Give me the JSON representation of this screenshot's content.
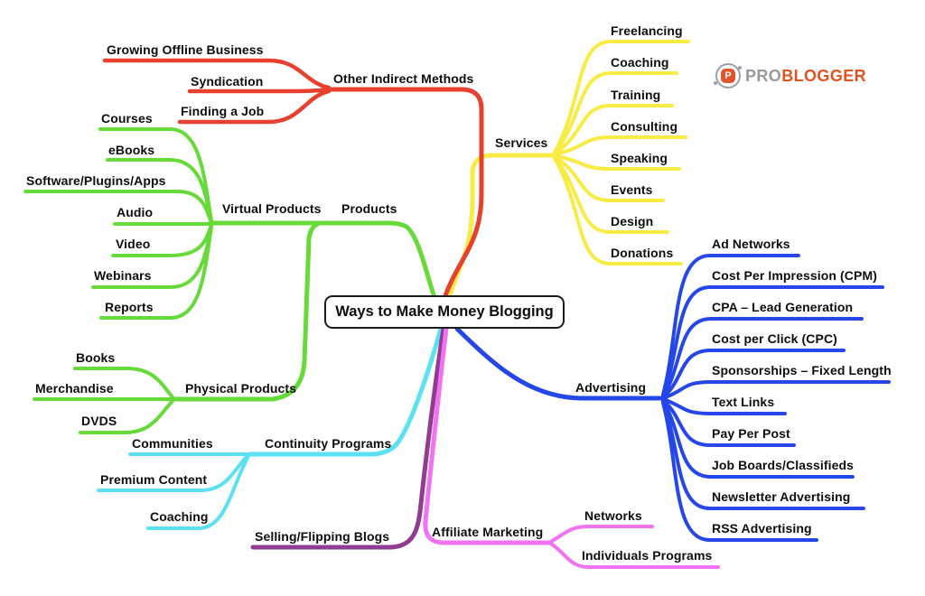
{
  "center": {
    "label": "Ways to Make Money Blogging"
  },
  "logo": {
    "badge_letter": "P",
    "text_pro": "PRO",
    "text_blogger": "BLOGGER",
    "colors": {
      "pro": "#97999c",
      "blogger": "#e0551f",
      "ring": "#9aa0a8",
      "badge": "#e2552a"
    }
  },
  "branches": {
    "other_indirect": {
      "label": "Other Indirect Methods",
      "color": "#e8402f",
      "children": [
        "Growing Offline Business",
        "Syndication",
        "Finding a Job"
      ]
    },
    "services": {
      "label": "Services",
      "color": "#f8ec44",
      "children": [
        "Freelancing",
        "Coaching",
        "Training",
        "Consulting",
        "Speaking",
        "Events",
        "Design",
        "Donations"
      ]
    },
    "products": {
      "label": "Products",
      "color": "#65da38",
      "virtual": {
        "label": "Virtual Products",
        "children": [
          "Courses",
          "eBooks",
          "Software/Plugins/Apps",
          "Audio",
          "Video",
          "Webinars",
          "Reports"
        ]
      },
      "physical": {
        "label": "Physical Products",
        "children": [
          "Books",
          "Merchandise",
          "DVDS"
        ]
      }
    },
    "advertising": {
      "label": "Advertising",
      "color": "#2546e8",
      "children": [
        "Ad Networks",
        "Cost Per Impression (CPM)",
        "CPA – Lead Generation",
        "Cost per Click (CPC)",
        "Sponsorships – Fixed Length",
        "Text Links",
        "Pay Per Post",
        "Job Boards/Classifieds",
        "Newsletter Advertising",
        "RSS Advertising"
      ]
    },
    "continuity": {
      "label": "Continuity Programs",
      "color": "#5ce1f2",
      "children": [
        "Communities",
        "Premium Content",
        "Coaching"
      ]
    },
    "selling": {
      "label": "Selling/Flipping Blogs",
      "color": "#913b91",
      "children": []
    },
    "affiliate": {
      "label": "Affiliate Marketing",
      "color": "#f173f1",
      "children": [
        "Networks",
        "Individuals Programs"
      ]
    }
  }
}
